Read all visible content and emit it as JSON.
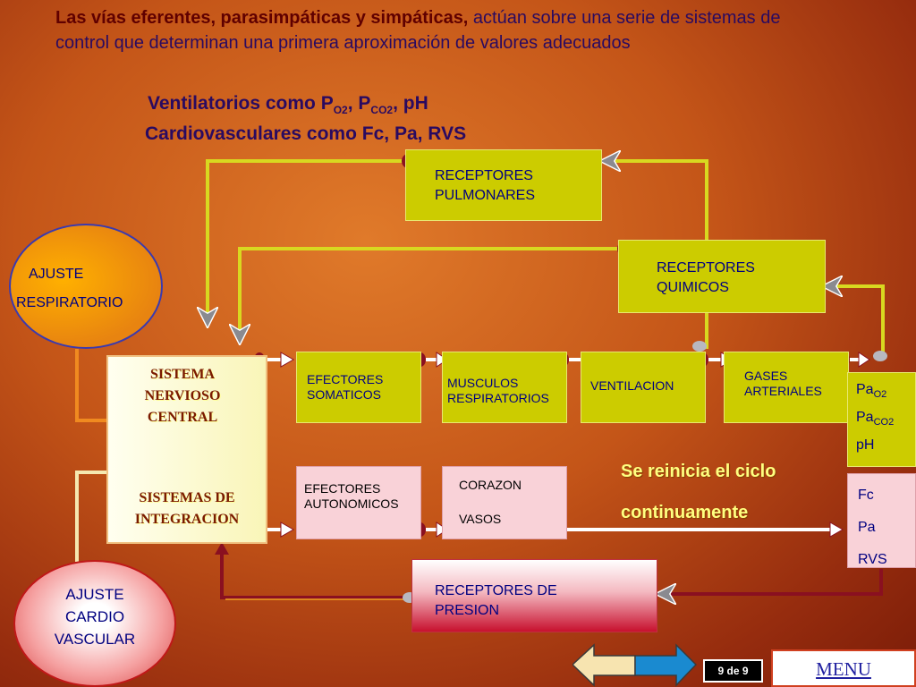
{
  "intro": {
    "highlight": "Las vías eferentes,  parasimpáticas y  simpáticas,",
    "rest": " actúan sobre una serie de sistemas de control que determinan una primera aproximación de valores adecuados"
  },
  "subtitles": {
    "line1_prefix": "Ventilatorios  como P",
    "line1_sub1": "O2",
    "line1_mid": ", P",
    "line1_sub2": "CO2",
    "line1_suffix": ", pH",
    "line2": "Cardiovasculares como Fc, Pa, RVS"
  },
  "nodes": {
    "receptores_pulmonares": [
      "RECEPTORES",
      "PULMONARES"
    ],
    "receptores_quimicos": [
      "RECEPTORES",
      "QUIMICOS"
    ],
    "ajuste_respiratorio": [
      "AJUSTE",
      "RESPIRATORIO"
    ],
    "sistema_nervioso": [
      "SISTEMA",
      "NERVIOSO",
      "CENTRAL"
    ],
    "sistemas_integracion": [
      "SISTEMAS DE",
      "INTEGRACION"
    ],
    "efectores_somaticos": [
      "EFECTORES",
      "SOMATICOS"
    ],
    "musculos_respiratorios": [
      "MUSCULOS",
      "RESPIRATORIOS"
    ],
    "ventilacion": "VENTILACION",
    "gases_arteriales": [
      "GASES",
      "ARTERIALES"
    ],
    "efectores_autonomicos": [
      "EFECTORES",
      "AUTONOMICOS"
    ],
    "corazon": "CORAZON",
    "vasos": "VASOS",
    "gas_values": {
      "pa": "Pa",
      "o2": "O2",
      "co2": "CO2",
      "ph": "pH"
    },
    "cardio_values": [
      "Fc",
      "Pa",
      "RVS"
    ],
    "receptores_presion": [
      "RECEPTORES  DE",
      "PRESION"
    ],
    "ajuste_cardio": [
      "AJUSTE",
      "CARDIO",
      "VASCULAR"
    ]
  },
  "reinicia": [
    "Se reinicia el ciclo",
    "continuamente"
  ],
  "nav": {
    "page": "9 de 9",
    "menu": "MENU"
  }
}
